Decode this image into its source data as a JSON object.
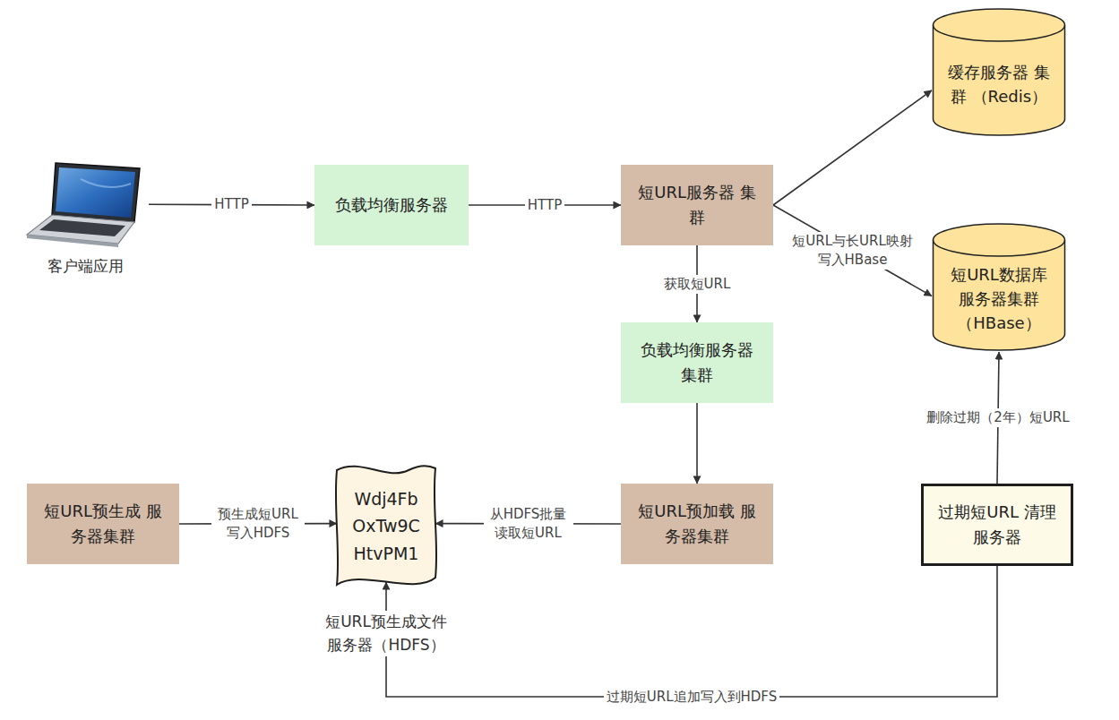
{
  "diagram": {
    "nodes": [
      {
        "text": [
          "客户端应用"
        ]
      },
      {
        "text": [
          "负载均衡服务器"
        ]
      },
      {
        "text": [
          "短URL服务器 集群"
        ]
      },
      {
        "text": [
          "缓存服务器 集群 （Redis）"
        ]
      },
      {
        "text": [
          "短URL数据库 服务器集群 （HBase）"
        ]
      },
      {
        "text": [
          "负载均衡服务器 集群"
        ]
      },
      {
        "text": [
          "短URL预生成 服务器集群"
        ]
      },
      {
        "text": [
          "Wdj4Fb OxTw9C HtvPM1",
          "短URL预生成文件 服务器（HDFS）"
        ]
      },
      {
        "text": [
          "短URL预加载 服务器集群"
        ]
      },
      {
        "text": [
          "过期短URL 清理服务器"
        ]
      }
    ],
    "edges": [
      {
        "from": 0,
        "to": 1,
        "label": "HTTP",
        "arrow": "to"
      },
      {
        "from": 1,
        "to": 2,
        "label": "HTTP",
        "arrow": "to"
      },
      {
        "from": 2,
        "to": 3,
        "arrow": "to"
      },
      {
        "from": 2,
        "to": 4,
        "label": "短URL与长URL映射 写入HBase",
        "arrow": "to"
      },
      {
        "from": 2,
        "to": 5,
        "label": "获取短URL",
        "arrow": "to"
      },
      {
        "from": 5,
        "to": 8,
        "arrow": "to"
      },
      {
        "from": 6,
        "to": 7,
        "label": "预生成短URL 写入HDFS",
        "arrow": "to"
      },
      {
        "from": 8,
        "to": 7,
        "label": "从HDFS批量 读取短URL",
        "arrow": "to"
      },
      {
        "from": 9,
        "to": 4,
        "label": "删除过期（2年）短URL",
        "arrow": "to"
      },
      {
        "from": 9,
        "to": 7,
        "label": "过期短URL追加写入到HDFS",
        "arrow": "to"
      }
    ]
  }
}
